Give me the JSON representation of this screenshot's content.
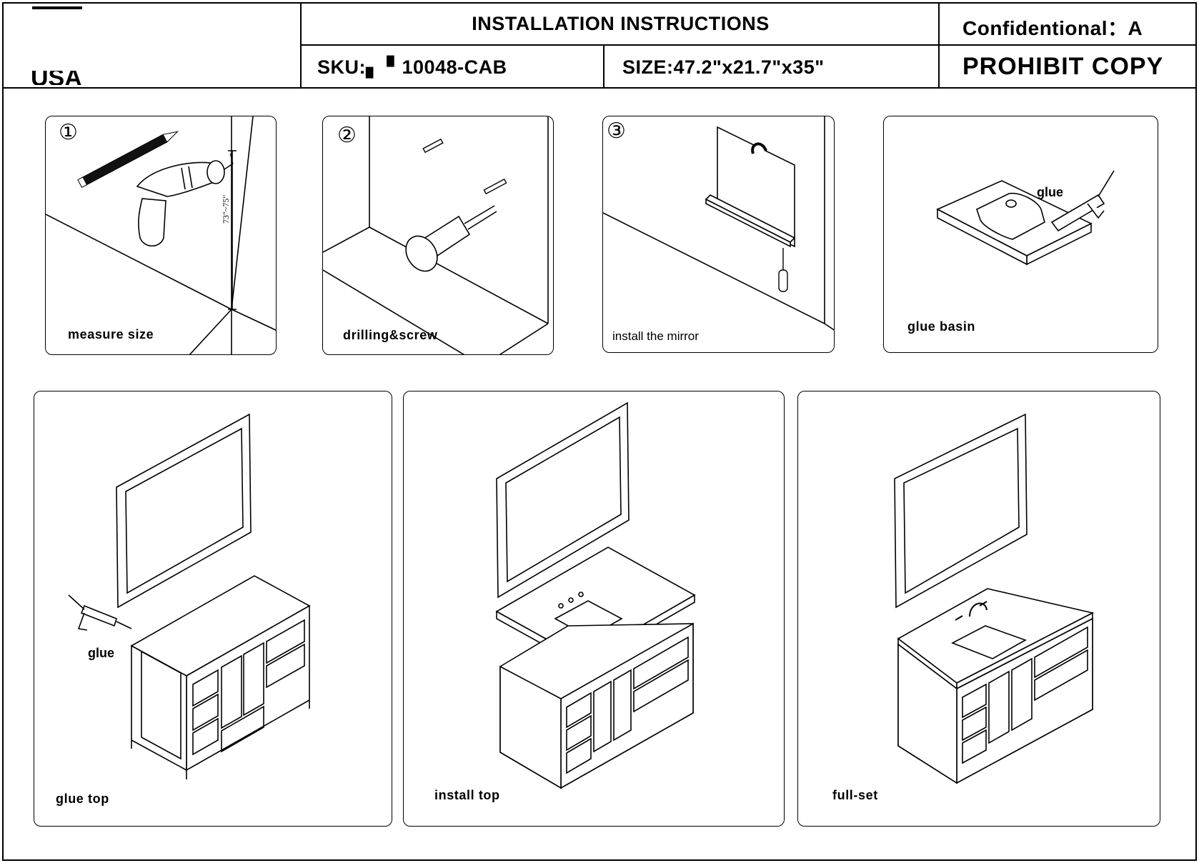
{
  "header": {
    "logo_fragment": "USA",
    "title": "INSTALLATION INSTRUCTIONS",
    "confidential": "Confidentional：A",
    "sku": "SKU:▖ ▘10048-CAB",
    "size": "SIZE:47.2\"x21.7\"x35\"",
    "prohibit": "PROHIBIT COPY"
  },
  "steps": [
    {
      "number": "①",
      "caption": "measure size",
      "measure_label": "73\"~75\""
    },
    {
      "number": "②",
      "caption": "drilling&screw"
    },
    {
      "number": "③",
      "caption": "install the mirror"
    },
    {
      "caption": "glue basin",
      "annotation": "glue"
    },
    {
      "caption": "glue  top",
      "annotation": "glue"
    },
    {
      "caption": "install  top"
    },
    {
      "caption": "full-set"
    }
  ]
}
